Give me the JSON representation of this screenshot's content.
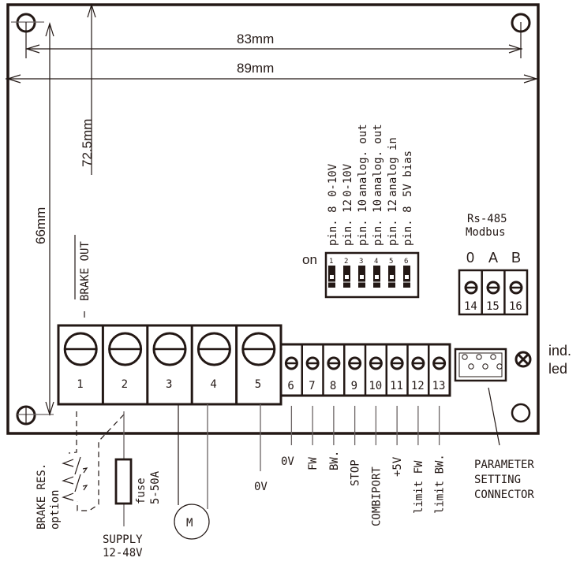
{
  "dimensions": {
    "width_inner": "83mm",
    "width_outer": "89mm",
    "height_inner": "66mm",
    "height_outer": "72.5mm"
  },
  "brake_out_label": "BRAKE OUT",
  "dip_switch": {
    "on_label": "on",
    "switch_numbers": [
      "1",
      "2",
      "3",
      "4",
      "5",
      "6"
    ],
    "functions": [
      {
        "pin": "pin. 8",
        "function": "0-10V"
      },
      {
        "pin": "pin. 12",
        "function": "0-10V"
      },
      {
        "pin": "pin. 10",
        "function": "analog. out"
      },
      {
        "pin": "pin. 10",
        "function": "analog. out"
      },
      {
        "pin": "pin. 12",
        "function": "analog in"
      },
      {
        "pin": "pin. 8",
        "function": "5V bias"
      }
    ]
  },
  "rs485": {
    "title": "Rs-485",
    "subtitle": "Modbus",
    "letters": [
      "0",
      "A",
      "B"
    ],
    "terminals": [
      "14",
      "15",
      "16"
    ]
  },
  "power_terminals": [
    "1",
    "2",
    "3",
    "4",
    "5"
  ],
  "signal_terminals": [
    "6",
    "7",
    "8",
    "9",
    "10",
    "11",
    "12",
    "13"
  ],
  "indicator_led": {
    "line1": "ind.",
    "line2": "led"
  },
  "wire_labels": {
    "brake_res": "BRAKE RES.",
    "brake_res_option": "option",
    "fuse": "fuse",
    "fuse_rating": "5-50A",
    "supply": "SUPPLY",
    "supply_voltage": "12-48V",
    "motor": "M",
    "t5_0v": "0V",
    "t6": "0V",
    "t7": "FW",
    "t8": "BW.",
    "t9": "STOP",
    "t10": "COMBIPORT",
    "t11": "+5V",
    "t12": "limit FW",
    "t13": "limit BW."
  },
  "param_connector": {
    "line1": "PARAMETER",
    "line2": "SETTING",
    "line3": "CONNECTOR"
  }
}
